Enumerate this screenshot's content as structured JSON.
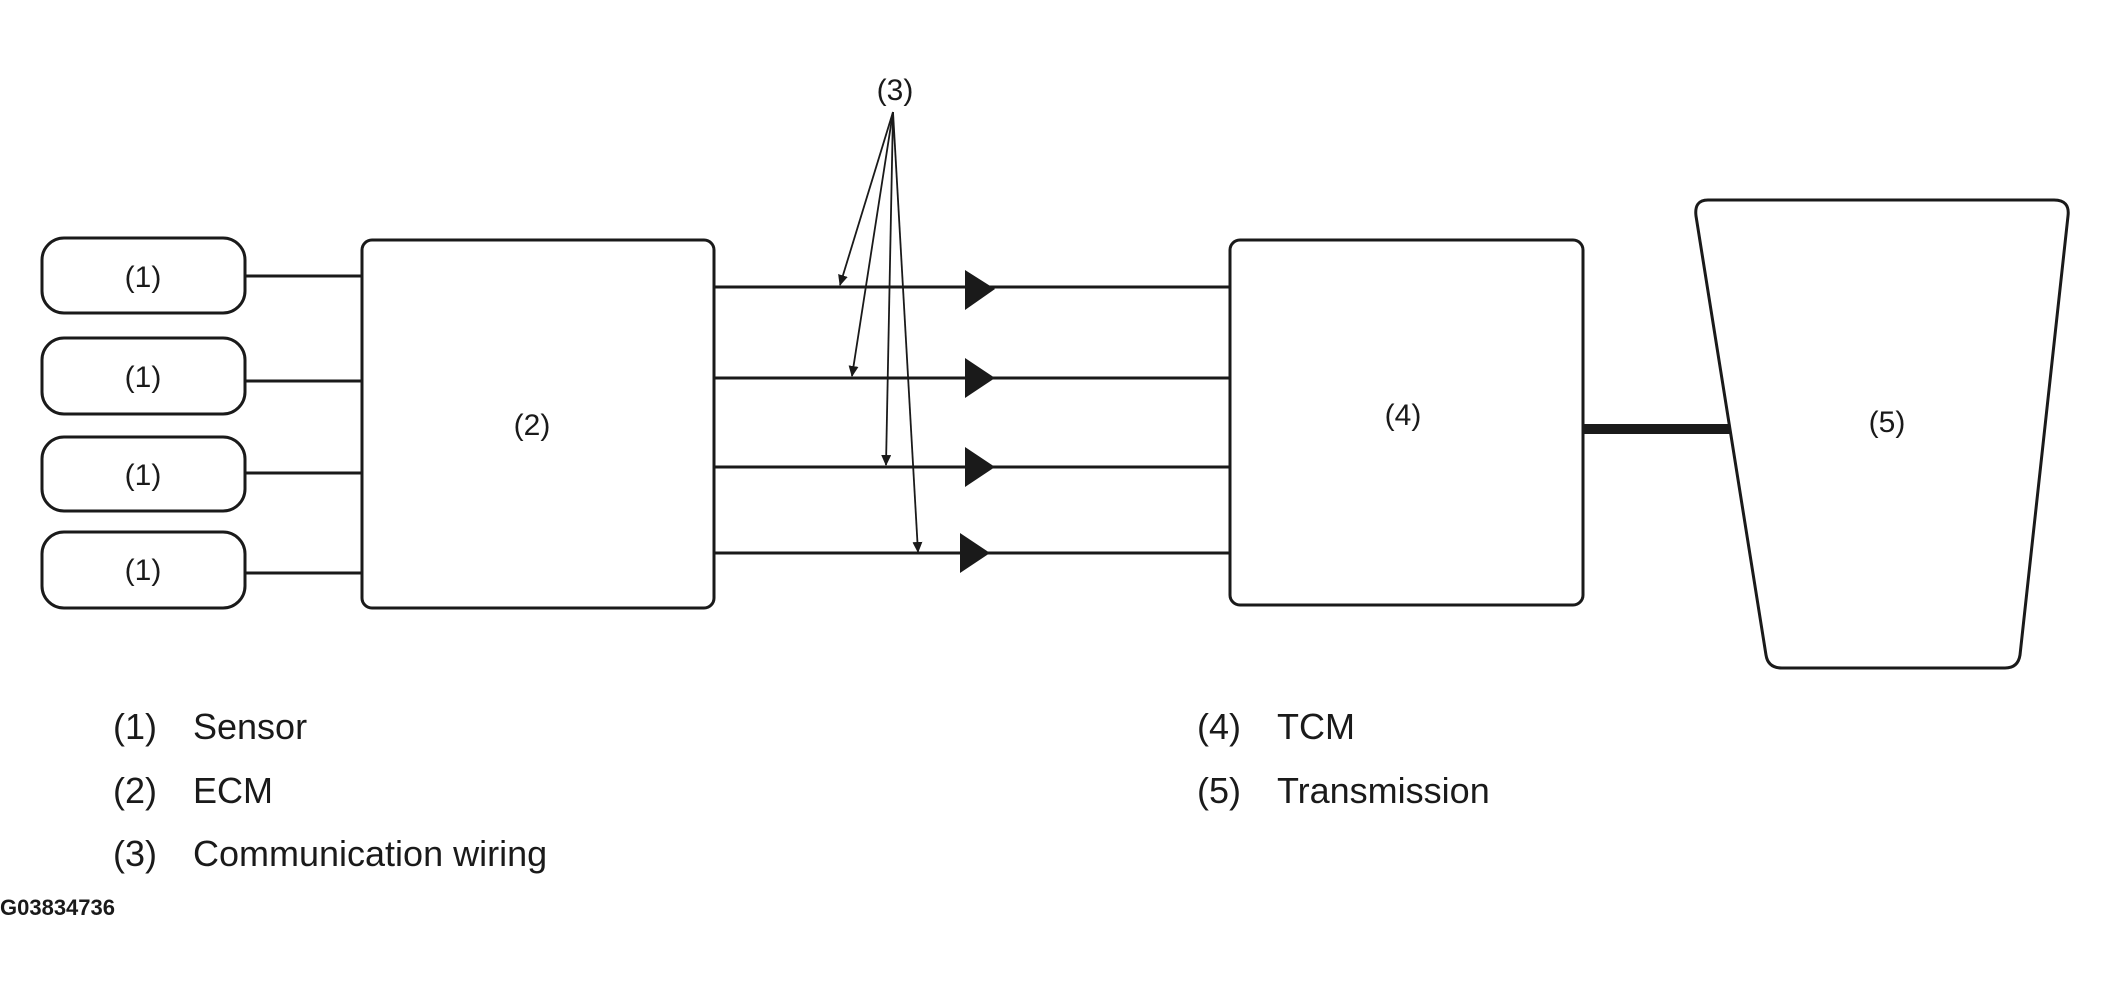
{
  "diagram": {
    "sensor_label": "(1)",
    "ecm_label": "(2)",
    "wiring_label": "(3)",
    "tcm_label": "(4)",
    "transmission_label": "(5)"
  },
  "legend": [
    {
      "num": "(1)",
      "text": "Sensor"
    },
    {
      "num": "(2)",
      "text": "ECM"
    },
    {
      "num": "(3)",
      "text": "Communication wiring"
    },
    {
      "num": "(4)",
      "text": "TCM"
    },
    {
      "num": "(5)",
      "text": "Transmission"
    }
  ],
  "figure_id": "G03834736"
}
